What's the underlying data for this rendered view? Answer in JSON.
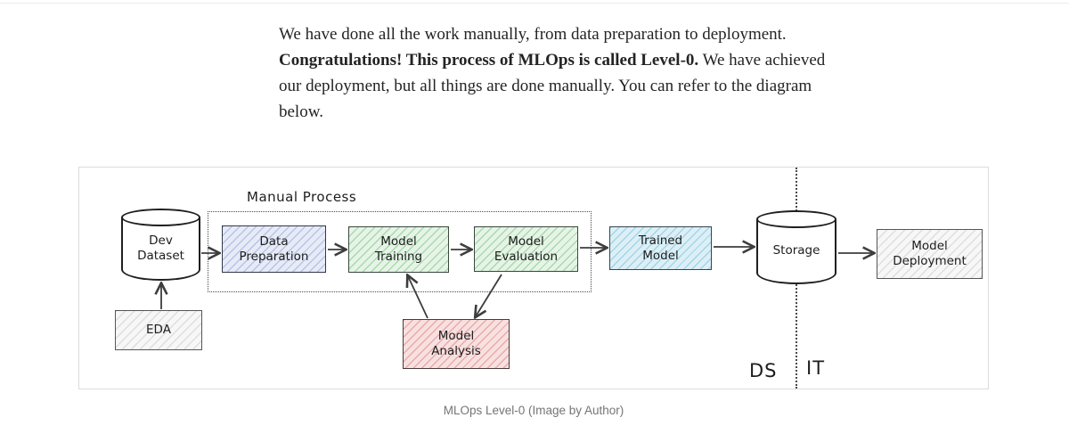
{
  "article": {
    "pre_bold": "We have done all the work manually, from data preparation to deployment. ",
    "bold": "Congratulations! This process of MLOps is called Level-0.",
    "post_bold": " We have achieved our deployment, but all things are done manually. You can refer to the diagram below."
  },
  "diagram": {
    "manual_process_label": "Manual Process",
    "nodes": {
      "dev_dataset": "Dev\nDataset",
      "eda": "EDA",
      "data_preparation": "Data\nPreparation",
      "model_training": "Model\nTraining",
      "model_evaluation": "Model\nEvaluation",
      "model_analysis": "Model\nAnalysis",
      "trained_model": "Trained\nModel",
      "storage": "Storage",
      "model_deployment": "Model\nDeployment"
    },
    "lanes": {
      "left": "DS",
      "right": "IT"
    },
    "caption": "MLOps Level-0 (Image by Author)"
  },
  "colors": {
    "box_blue_bg": "#e7ebf7",
    "box_blue_hatch": "#b9c4e4",
    "box_green_bg": "#e6f4e7",
    "box_green_hatch": "#abd8ad",
    "box_cyan_bg": "#ddeff6",
    "box_cyan_hatch": "#a4d5e5",
    "box_pink_bg": "#f8e0e0",
    "box_pink_hatch": "#e7abab",
    "box_gray_bg": "#f7f7f7",
    "box_gray_hatch": "#dedede",
    "stroke_dark": "#1f1f1f",
    "arrow": "#3d3d3d",
    "frame_border": "#dcdcdc",
    "caption_text": "#757575",
    "body_text": "#242424"
  }
}
